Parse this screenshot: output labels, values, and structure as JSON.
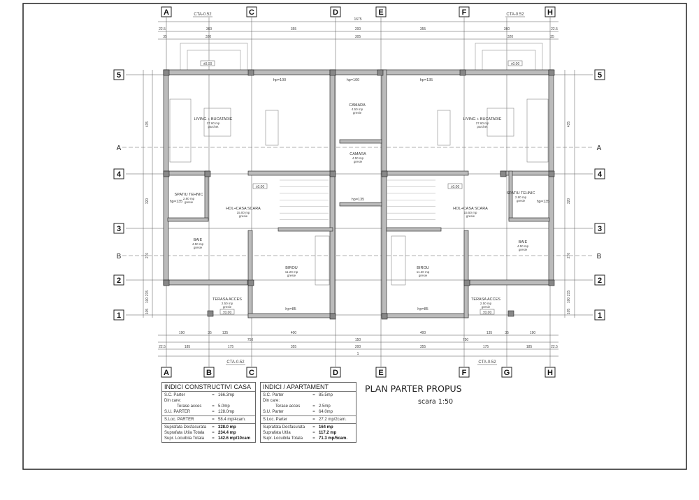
{
  "drawing": {
    "title": "PLAN PARTER PROPUS",
    "scale": "scara 1:50",
    "column_axes_top": [
      "A",
      "C",
      "D",
      "E",
      "F",
      "H"
    ],
    "column_axes_bottom": [
      "A",
      "B",
      "C",
      "D",
      "E",
      "F",
      "G",
      "H"
    ],
    "row_axes": [
      "5",
      "4",
      "3",
      "2",
      "1"
    ],
    "section_marks": [
      "A",
      "B"
    ],
    "cta_label": "CTA-0.52",
    "level_label": "±0.00",
    "dims_top": {
      "overall": "1675",
      "chain_axes": [
        "22.5",
        "360",
        "355",
        "200",
        "355",
        "360",
        "22.5"
      ],
      "chain_inner": [
        "35",
        "320",
        "305",
        "320",
        "35"
      ]
    },
    "dims_bottom": {
      "chain_a": [
        "190",
        "35",
        "135",
        "400",
        "400",
        "135",
        "35",
        "190"
      ],
      "chain_b": [
        "750",
        "150",
        "750"
      ],
      "chain_axes": [
        "22.5",
        "185",
        "175",
        "355",
        "200",
        "355",
        "175",
        "185",
        "22.5"
      ],
      "overall": "1675"
    },
    "dims_side": [
      "435",
      "320",
      "270",
      "215",
      "100",
      "105"
    ],
    "annotations": [
      "hp=100",
      "hp=135",
      "hp=100",
      "hp=135",
      "hp=85",
      "hp=85",
      "hp=135",
      "hp=135"
    ],
    "rooms": [
      {
        "name": "LIVING + BUCATARIE",
        "area": "27.60 mp",
        "finish": "parchet"
      },
      {
        "name": "CAMARA",
        "area": "4.50 mp",
        "finish": "gresie"
      },
      {
        "name": "CAMARA",
        "area": "4.50 mp",
        "finish": "gresie"
      },
      {
        "name": "SPATIU TEHNIC",
        "area": "2.80 mp",
        "finish": "gresie"
      },
      {
        "name": "HOL+CASA SCARA",
        "area": "15.00 mp",
        "finish": "gresie"
      },
      {
        "name": "BAIE",
        "area": "4.50 mp",
        "finish": "gresie"
      },
      {
        "name": "BIROU",
        "area": "11.20 mp",
        "finish": "gresie"
      },
      {
        "name": "TERASA ACCES",
        "area": "2.50 mp",
        "finish": "gresie"
      },
      {
        "name": "LIVING + BUCATARIE",
        "area": "27.60 mp",
        "finish": "parchet"
      },
      {
        "name": "HOL+CASA SCARA",
        "area": "15.50 mp",
        "finish": "gresie"
      },
      {
        "name": "SPATIU TEHNIC",
        "area": "2.80 mp",
        "finish": "gresie"
      },
      {
        "name": "BAIE",
        "area": "4.50 mp",
        "finish": "gresie"
      },
      {
        "name": "BIROU",
        "area": "11.20 mp",
        "finish": "gresie"
      },
      {
        "name": "TERASA ACCES",
        "area": "2.50 mp",
        "finish": "gresie"
      }
    ]
  },
  "table_house": {
    "title": "INDICI CONSTRUCTIVI CASA",
    "sections": [
      [
        {
          "label": "S.C. Parter",
          "eq": "=",
          "value": "166.3mp"
        },
        {
          "label": "Din care:",
          "eq": "",
          "value": ""
        },
        {
          "label": "Terase acces",
          "eq": "=",
          "value": "5.0mp",
          "indent": true
        },
        {
          "label": "S.U. PARTER",
          "eq": "=",
          "value": "128.0mp"
        }
      ],
      [
        {
          "label": "S.Loc. PARTER",
          "eq": "=",
          "value": "58.4 mp/4cam."
        }
      ],
      [
        {
          "label": "Suprafata Desfasurata",
          "eq": "=",
          "value": "328.0 mp",
          "bold": true
        },
        {
          "label": "Suprafata Utila Totala",
          "eq": "=",
          "value": "234.4 mp",
          "bold": true
        },
        {
          "label": "Supr. Locuibila Totala",
          "eq": "=",
          "value": "142.6 mp/10cam",
          "bold": true
        }
      ]
    ]
  },
  "table_apartment": {
    "title": "INDICI / APARTAMENT",
    "sections": [
      [
        {
          "label": "S.C. Parter",
          "eq": "=",
          "value": "85.5mp"
        },
        {
          "label": "Din care:",
          "eq": "",
          "value": ""
        },
        {
          "label": "Terase acces",
          "eq": "=",
          "value": "2.5mp",
          "indent": true
        },
        {
          "label": "S.U. Parter",
          "eq": "=",
          "value": "64.0mp"
        }
      ],
      [
        {
          "label": "S.Loc. Parter",
          "eq": "=",
          "value": "27.2 mp/2cam."
        }
      ],
      [
        {
          "label": "Suprafata Desfasurata",
          "eq": "=",
          "value": "164 mp",
          "bold": true
        },
        {
          "label": "Suprafata Utila",
          "eq": "=",
          "value": "117.2 mp",
          "bold": true
        },
        {
          "label": "Supr. Locuibila Totala",
          "eq": "=",
          "value": "71.3 mp/5cam.",
          "bold": true
        }
      ]
    ]
  }
}
